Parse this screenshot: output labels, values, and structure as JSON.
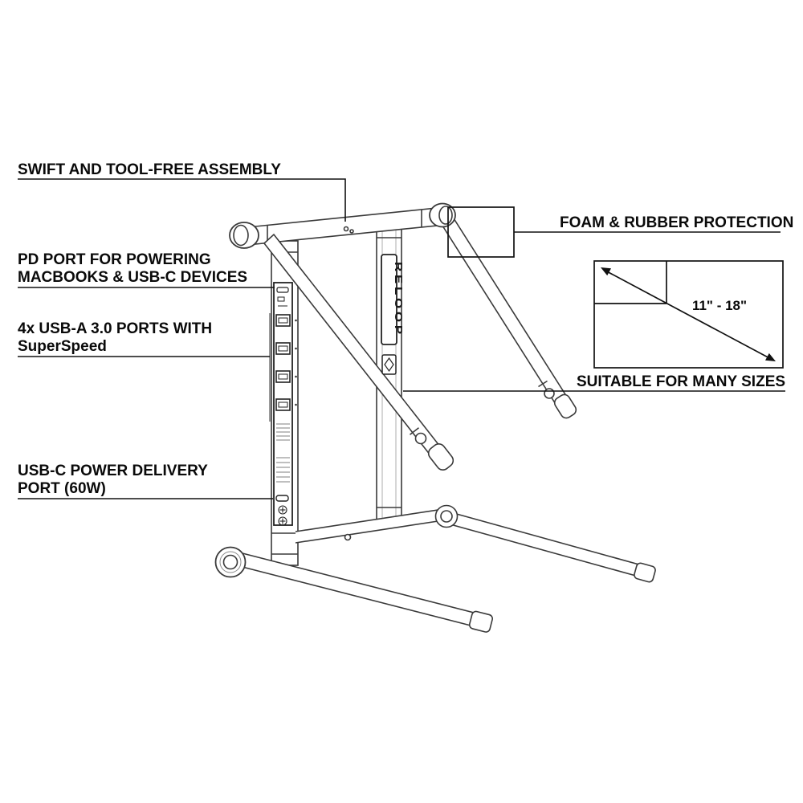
{
  "annotations": {
    "assembly": {
      "label": "SWIFT AND TOOL-FREE ASSEMBLY"
    },
    "foam": {
      "label": "FOAM & RUBBER PROTECTION"
    },
    "pd_port": {
      "line1": "PD PORT FOR POWERING",
      "line2": "MACBOOKS & USB-C DEVICES"
    },
    "usb_a": {
      "line1": "4x USB-A 3.0 PORTS WITH",
      "line2": "SuperSpeed"
    },
    "usb_c": {
      "line1": "USB-C POWER DELIVERY",
      "line2": "PORT (60W)"
    },
    "sizes": {
      "label": "SUITABLE FOR MANY SIZES",
      "range": "11\" - 18\""
    }
  },
  "stand": {
    "brand": "RELOOP"
  },
  "colors": {
    "ink": "#0a0a0a",
    "line": "#3a3a3a",
    "detail": "#222222"
  }
}
